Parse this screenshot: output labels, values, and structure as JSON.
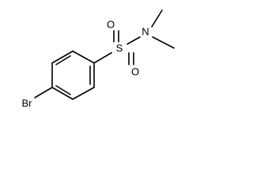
{
  "molecule": {
    "atoms": {
      "bromine": "Br",
      "sulfur": "S",
      "oxygen_top": "O",
      "oxygen_bottom": "O",
      "nitrogen": "N"
    },
    "line_color": "#000000",
    "background_color": "#ffffff"
  }
}
